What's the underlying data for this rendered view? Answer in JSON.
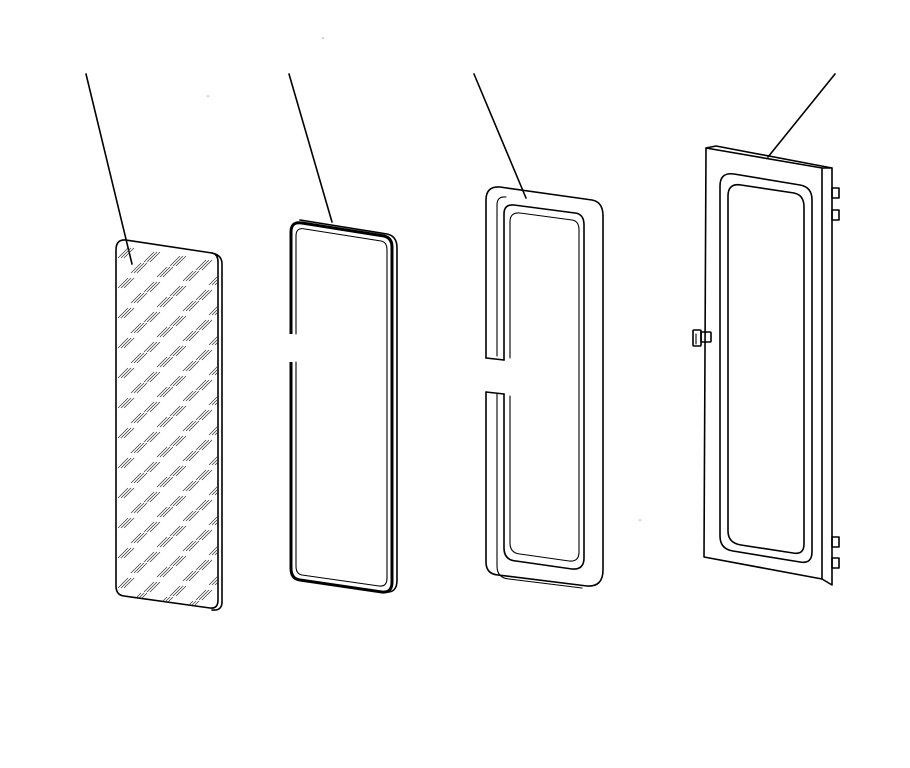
{
  "diagram": {
    "parts": [
      "glass-pane",
      "seal-gasket",
      "inner-frame",
      "door-frame"
    ],
    "line_color": "#000000",
    "background": "#ffffff"
  }
}
